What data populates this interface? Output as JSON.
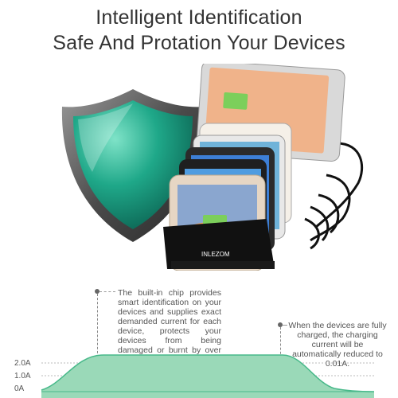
{
  "header": {
    "line1": "Intelligent Identification",
    "line2": "Safe And Protation Your Devices"
  },
  "product": {
    "brand": "INLEZOM",
    "icons": [
      "shield-icon",
      "charging-station-image"
    ]
  },
  "annotations": {
    "left": "The built-in chip provides smart identification on your devices and supplies exact demanded current for each device, protects your devices from being damaged or burnt by over current charging.",
    "right": "When the devices are fully charged, the charging current will be automatically reduced to 0.01A."
  },
  "current_graph": {
    "ticks": [
      "2.0A",
      "1.0A",
      "0A"
    ],
    "fill_color": "#9ad9b8",
    "line_color": "#48b98a"
  },
  "colors": {
    "shield_green": "#1f9a84",
    "shield_rim": "#6b6b6b",
    "curve_fill": "#9ad9b8"
  }
}
